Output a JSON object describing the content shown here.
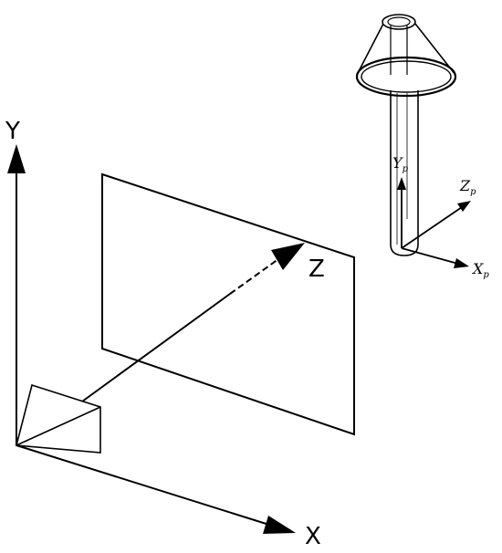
{
  "world_axes": {
    "x_label": "X",
    "y_label": "Y",
    "z_label": "Z"
  },
  "probe_axes": {
    "x_label": "X",
    "x_sub": "p",
    "y_label": "Y",
    "y_sub": "p",
    "z_label": "Z",
    "z_sub": "p"
  }
}
